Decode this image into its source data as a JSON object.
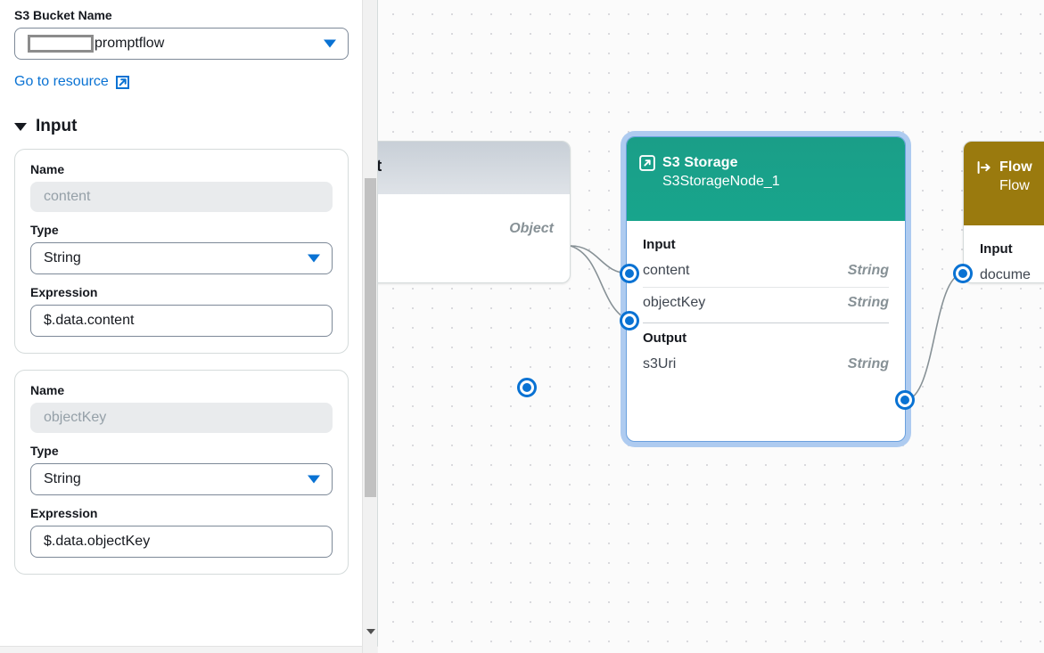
{
  "panel": {
    "bucket": {
      "label": "S3 Bucket Name",
      "redacted": true,
      "value": "promptflow",
      "caret_icon": "chevron-down-icon"
    },
    "resource_link": {
      "label": "Go to resource",
      "icon": "external-link-icon"
    },
    "input_section": {
      "title": "Input",
      "expanded": true,
      "toggle_icon": "triangle-down-icon"
    },
    "labels": {
      "name": "Name",
      "type": "Type",
      "expression": "Expression"
    },
    "cards": [
      {
        "name_value": "content",
        "type_value": "String",
        "expression_value": "$.data.content"
      },
      {
        "name_value": "objectKey",
        "type_value": "String",
        "expression_value": "$.data.objectKey"
      }
    ],
    "scrollbar": {
      "down_arrow_icon": "chevron-down-icon"
    }
  },
  "canvas": {
    "nodes": [
      {
        "id": "left-partial",
        "title": "nput",
        "header_color": "#ccd2d9",
        "sections": [
          {
            "label": "",
            "rows": [
              {
                "name": "",
                "type": "Object"
              }
            ]
          }
        ]
      },
      {
        "id": "s3-storage",
        "icon": "upload-box-icon",
        "title": "S3 Storage",
        "subtitle": "S3StorageNode_1",
        "header_color": "#16a085",
        "selected": true,
        "input_label": "Input",
        "output_label": "Output",
        "inputs": [
          {
            "name": "content",
            "type": "String"
          },
          {
            "name": "objectKey",
            "type": "String"
          }
        ],
        "outputs": [
          {
            "name": "s3Uri",
            "type": "String"
          }
        ]
      },
      {
        "id": "flow-partial",
        "icon": "flow-arrow-icon",
        "title": "Flow",
        "subtitle": "Flow",
        "header_color": "#9d7910",
        "input_label": "Input",
        "inputs": [
          {
            "name": "docume",
            "type": ""
          }
        ]
      }
    ],
    "accent_port_color": "#0972d3"
  }
}
